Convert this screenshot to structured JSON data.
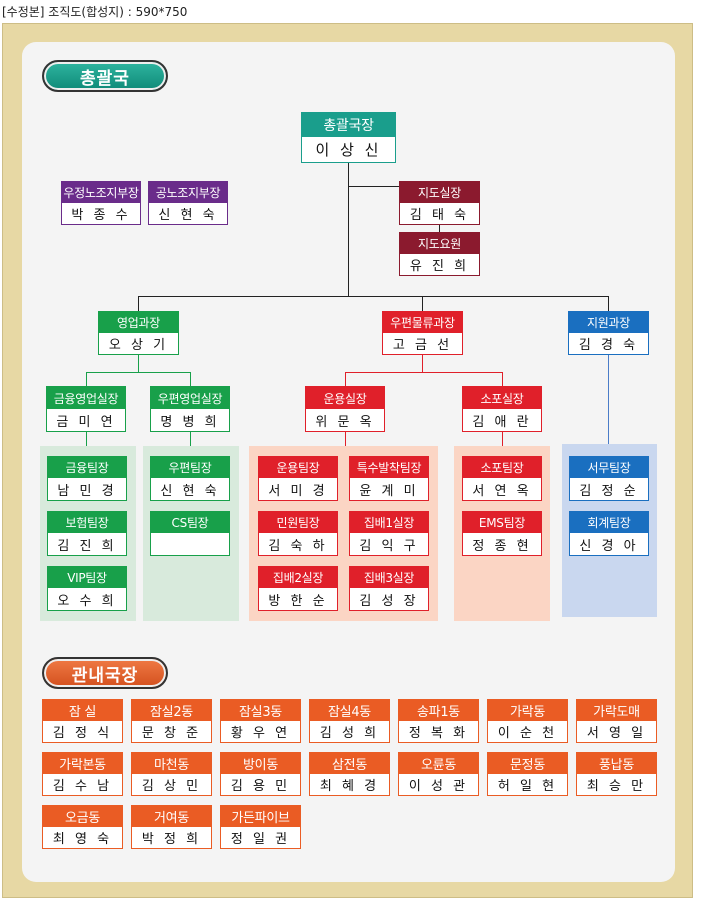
{
  "caption": "[수정본] 조직도(합성지) : 590*750",
  "header_main": "총괄국",
  "header_sub": "관내국장",
  "director": {
    "title": "총괄국장",
    "name": "이 상 신"
  },
  "union": [
    {
      "title": "우정노조지부장",
      "name": "박 종 수"
    },
    {
      "title": "공노조지부장",
      "name": "신 현 숙"
    }
  ],
  "guidance": [
    {
      "title": "지도실장",
      "name": "김 태 숙"
    },
    {
      "title": "지도요원",
      "name": "유 진 희"
    }
  ],
  "divisions": [
    {
      "title": "영업과장",
      "name": "오 상 기"
    },
    {
      "title": "우편물류과장",
      "name": "고 금 선"
    },
    {
      "title": "지원과장",
      "name": "김 경 숙"
    }
  ],
  "offices": [
    {
      "title": "금융영업실장",
      "name": "금 미 연"
    },
    {
      "title": "우편영업실장",
      "name": "명 병 희"
    },
    {
      "title": "운용실장",
      "name": "위 문 옥"
    },
    {
      "title": "소포실장",
      "name": "김 애 란"
    }
  ],
  "teams": {
    "finance": [
      {
        "title": "금융팀장",
        "name": "남 민 경"
      },
      {
        "title": "보험팀장",
        "name": "김 진 희"
      },
      {
        "title": "VIP팀장",
        "name": "오 수 희"
      }
    ],
    "postal_sales": [
      {
        "title": "우편팀장",
        "name": "신 현 숙"
      },
      {
        "title": "CS팀장",
        "name": ""
      }
    ],
    "operations": [
      {
        "title": "운용팀장",
        "name": "서 미 경"
      },
      {
        "title": "특수발착팀장",
        "name": "윤 계 미"
      },
      {
        "title": "민원팀장",
        "name": "김 숙 하"
      },
      {
        "title": "집배1실장",
        "name": "김 익 구"
      },
      {
        "title": "집배2실장",
        "name": "방 한 순"
      },
      {
        "title": "집배3실장",
        "name": "김 성 장"
      }
    ],
    "parcel": [
      {
        "title": "소포팀장",
        "name": "서 연 옥"
      },
      {
        "title": "EMS팀장",
        "name": "정 종 현"
      }
    ],
    "support": [
      {
        "title": "서무팀장",
        "name": "김 정 순"
      },
      {
        "title": "회계팀장",
        "name": "신 경 아"
      }
    ]
  },
  "branches": [
    {
      "title": "잠 실",
      "name": "김 정 식"
    },
    {
      "title": "잠실2동",
      "name": "문 창 준"
    },
    {
      "title": "잠실3동",
      "name": "황 우 연"
    },
    {
      "title": "잠실4동",
      "name": "김 성 희"
    },
    {
      "title": "송파1동",
      "name": "정 복 화"
    },
    {
      "title": "가락동",
      "name": "이 순 천"
    },
    {
      "title": "가락도매",
      "name": "서 영 일"
    },
    {
      "title": "가락본동",
      "name": "김 수 남"
    },
    {
      "title": "마천동",
      "name": "김 상 민"
    },
    {
      "title": "방이동",
      "name": "김 용 민"
    },
    {
      "title": "삼전동",
      "name": "최 혜 경"
    },
    {
      "title": "오륜동",
      "name": "이 성 관"
    },
    {
      "title": "문정동",
      "name": "허 일 현"
    },
    {
      "title": "풍납동",
      "name": "최 승 만"
    },
    {
      "title": "오금동",
      "name": "최 영 숙"
    },
    {
      "title": "거여동",
      "name": "박 정 희"
    },
    {
      "title": "가든파이브",
      "name": "정 일 권"
    }
  ]
}
